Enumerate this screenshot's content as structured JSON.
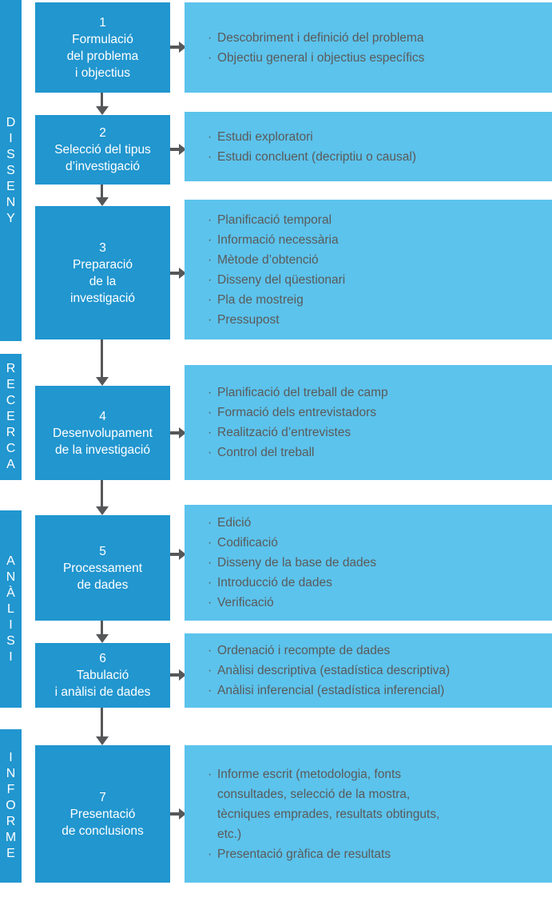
{
  "colors": {
    "step_box": "#2196cf",
    "phase_bar": "#2196cf",
    "detail_panel": "#5cc3ec",
    "arrow": "#555759",
    "step_text": "#ffffff",
    "detail_text": "#5a5a5a",
    "background": "#ffffff"
  },
  "phases": [
    {
      "id": "disseny",
      "label": "DISSENY",
      "letters": [
        "D",
        "I",
        "S",
        "S",
        "E",
        "N",
        "Y"
      ]
    },
    {
      "id": "recerca",
      "label": "RECERCA",
      "letters": [
        "R",
        "E",
        "C",
        "E",
        "R",
        "C",
        "A"
      ]
    },
    {
      "id": "analisi",
      "label": "ANÀLISI",
      "letters": [
        "A",
        "N",
        "À",
        "L",
        "I",
        "S",
        "I"
      ]
    },
    {
      "id": "informe",
      "label": "INFORME",
      "letters": [
        "I",
        "N",
        "F",
        "O",
        "R",
        "M",
        "E"
      ]
    }
  ],
  "steps": [
    {
      "number": "1",
      "title": "Formulació\ndel problema\ni objectius",
      "details": [
        "Descobriment i definició del problema",
        "Objectiu general i objectius específics"
      ]
    },
    {
      "number": "2",
      "title": "Selecció del tipus\nd’investigació",
      "details": [
        "Estudi exploratori",
        "Estudi concluent (decriptiu o causal)"
      ]
    },
    {
      "number": "3",
      "title": "Preparació\nde la\ninvestigació",
      "details": [
        "Planificació temporal",
        "Informació necessària",
        "Mètode d’obtenció",
        "Disseny del qüestionari",
        "Pla de mostreig",
        "Pressupost"
      ]
    },
    {
      "number": "4",
      "title": "Desenvolupament\nde la investigació",
      "details": [
        "Planificació del treball de camp",
        "Formació dels entrevistadors",
        "Realització d’entrevistes",
        "Control del treball"
      ]
    },
    {
      "number": "5",
      "title": "Processament\nde dades",
      "details": [
        "Edició",
        "Codificació",
        "Disseny de la base de dades",
        "Introducció de dades",
        "Verificació"
      ]
    },
    {
      "number": "6",
      "title": "Tabulació\ni anàlisi de dades",
      "details": [
        "Ordenació i recompte de dades",
        "Anàlisi descriptiva (estadística descriptiva)",
        "Anàlisi inferencial (estadística inferencial)"
      ]
    },
    {
      "number": "7",
      "title": "Presentació\nde conclusions",
      "details": [
        "Informe escrit (metodologia, fonts\nconsultades, selecció de la mostra,\ntècniques emprades, resultats obtinguts,\netc.)",
        "Presentació gràfica de resultats"
      ]
    }
  ]
}
